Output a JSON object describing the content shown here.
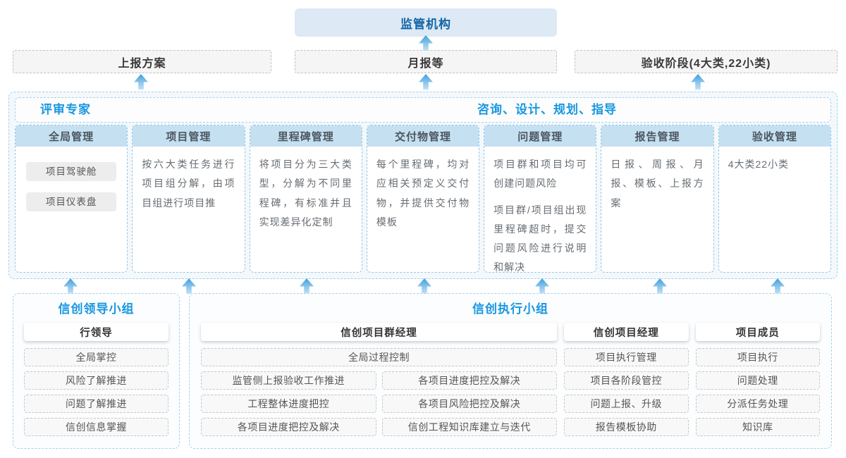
{
  "colors": {
    "accent_blue": "#1897e0",
    "regulator_text": "#1465a8",
    "regulator_fill": "#dde9f4",
    "module_header_fill": "#c5e0f1",
    "dashed_blue_border": "#a5d2ee",
    "arrow_gradient_top": "#3f9fdc",
    "arrow_gradient_bottom": "#c1e1f5"
  },
  "top": {
    "regulator": "监管机构",
    "channels": [
      {
        "label": "上报方案"
      },
      {
        "label": "月报等"
      },
      {
        "label": "验收阶段(4大类,22小类)"
      }
    ]
  },
  "platform": {
    "left_role": "评审专家",
    "right_role": "咨询、设计、规划、指导",
    "modules": [
      {
        "title": "全局管理",
        "pills": [
          "项目驾驶舱",
          "项目仪表盘"
        ]
      },
      {
        "title": "项目管理",
        "paragraphs": [
          "按六大类任务进行项目组分解，由项目组进行项目推"
        ]
      },
      {
        "title": "里程碑管理",
        "paragraphs": [
          "将项目分为三大类型，分解为不同里程碑，有标准并且实现差异化定制"
        ]
      },
      {
        "title": "交付物管理",
        "paragraphs": [
          "每个里程碑，均对应相关预定义交付物，并提供交付物模板"
        ]
      },
      {
        "title": "问题管理",
        "paragraphs": [
          "项目群和项目均可创建问题风险",
          "项目群/项目组出现里程碑超时，提交问题风险进行说明和解决"
        ]
      },
      {
        "title": "报告管理",
        "paragraphs": [
          "日报、周报、月报、模板、上报方案"
        ]
      },
      {
        "title": "验收管理",
        "paragraphs": [
          "4大类22小类"
        ]
      }
    ]
  },
  "teams": {
    "leadership": {
      "title": "信创领导小组",
      "roles": [
        {
          "name": "行领导",
          "duties": [
            "全局掌控",
            "风险了解推进",
            "问题了解推进",
            "信创信息掌握"
          ]
        }
      ]
    },
    "execution": {
      "title": "信创执行小组",
      "roles": [
        {
          "name": "信创项目群经理",
          "duty_full": "全局过程控制",
          "duties_left": [
            "监管侧上报验收工作推进",
            "工程整体进度把控",
            "各项目进度把控及解决"
          ],
          "duties_right": [
            "各项目进度把控及解决",
            "各项目风险把控及解决",
            "信创工程知识库建立与迭代"
          ]
        },
        {
          "name": "信创项目经理",
          "duties": [
            "项目执行管理",
            "项目各阶段管控",
            "问题上报、升级",
            "报告模板协助"
          ]
        },
        {
          "name": "项目成员",
          "duties": [
            "项目执行",
            "问题处理",
            "分派任务处理",
            "知识库"
          ]
        }
      ]
    }
  }
}
